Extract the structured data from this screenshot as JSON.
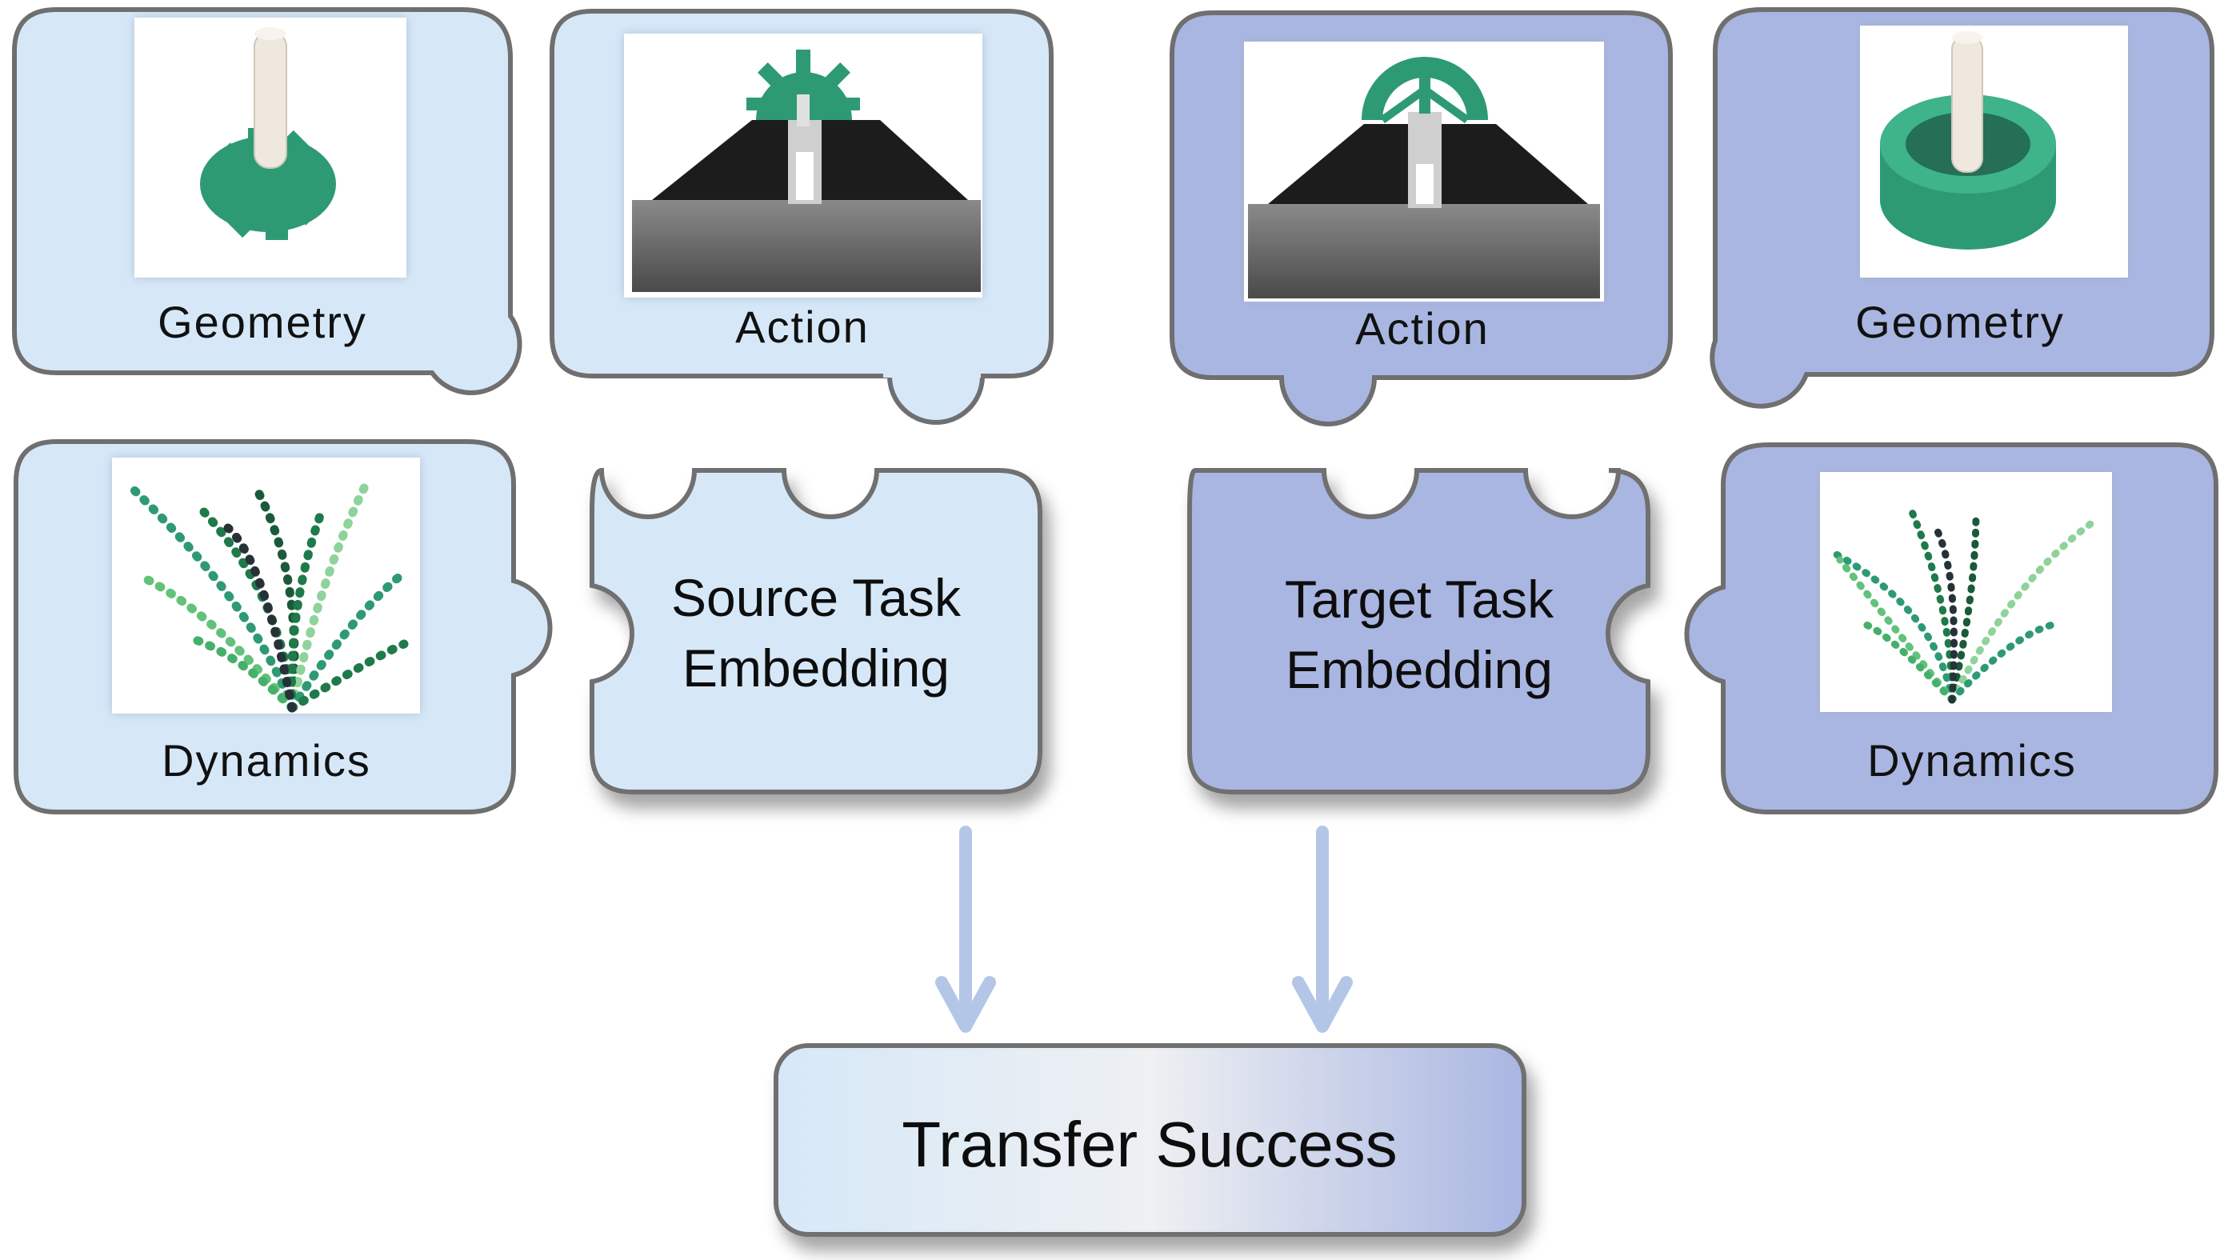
{
  "source": {
    "geometry_label": "Geometry",
    "action_label": "Action",
    "dynamics_label": "Dynamics",
    "embedding_line1": "Source Task",
    "embedding_line2": "Embedding"
  },
  "target": {
    "action_label": "Action",
    "geometry_label": "Geometry",
    "dynamics_label": "Dynamics",
    "embedding_line1": "Target Task",
    "embedding_line2": "Embedding"
  },
  "result": {
    "label": "Transfer Success"
  },
  "icons": {
    "source_geometry": "gear-peg-icon",
    "source_action": "robot-gear-on-peg-icon",
    "source_dynamics": "trajectory-burst-icon",
    "target_action": "robot-wheel-on-peg-icon",
    "target_geometry": "ring-peg-icon",
    "target_dynamics": "trajectory-burst-icon"
  },
  "colors": {
    "source_fill": "#d6e8f8",
    "target_fill": "#a9b6e2",
    "border": "#6f6f6f",
    "arrow": "#b4c6e7",
    "part_green": "#2e9a74"
  }
}
